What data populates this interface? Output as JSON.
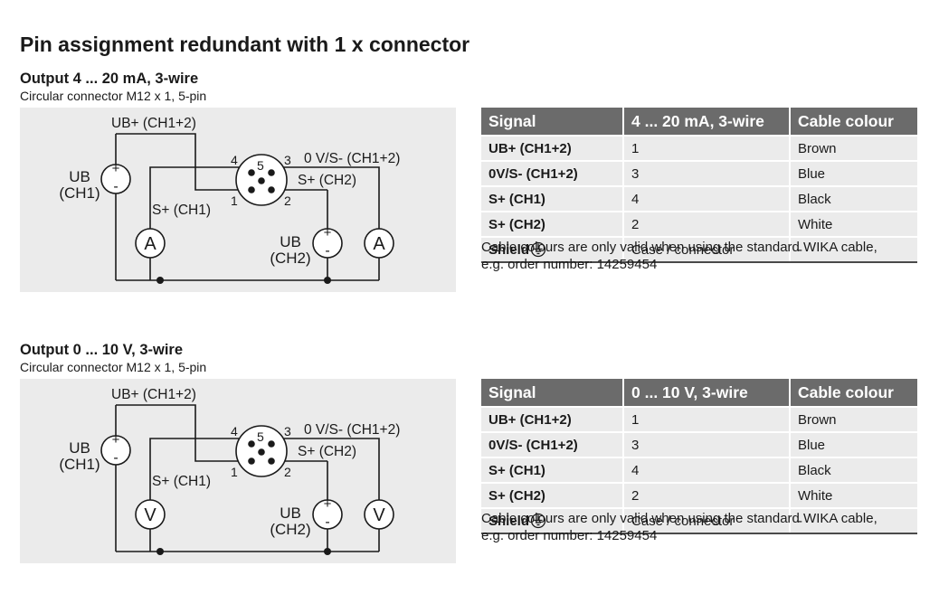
{
  "page_title": "Pin assignment redundant with 1 x connector",
  "sections": [
    {
      "title": "Output 4 ... 20 mA, 3-wire",
      "subtitle": "Circular connector M12 x 1, 5-pin",
      "diagram": {
        "ub_top": "UB+ (CH1+2)",
        "ov_label": "0 V/S- (CH1+2)",
        "s_ch2": "S+ (CH2)",
        "s_ch1": "S+ (CH1)",
        "ub_ch1_a": "UB",
        "ub_ch1_b": "(CH1)",
        "ub_ch2_a": "UB",
        "ub_ch2_b": "(CH2)",
        "meter": "A",
        "pin_1": "1",
        "pin_2": "2",
        "pin_3": "3",
        "pin_4": "4",
        "pin_5": "5",
        "plus": "+",
        "minus": "-"
      },
      "table": {
        "headers": [
          "Signal",
          "4 ... 20 mA, 3-wire",
          "Cable colour"
        ],
        "rows": [
          [
            "UB+ (CH1+2)",
            "1",
            "Brown"
          ],
          [
            "0V/S- (CH1+2)",
            "3",
            "Blue"
          ],
          [
            "S+ (CH1)",
            "4",
            "Black"
          ],
          [
            "S+ (CH2)",
            "2",
            "White"
          ],
          [
            "Shield",
            "Case / connector",
            "-"
          ]
        ]
      },
      "note_line1": "Cable colours are only valid when using the standard WIKA cable,",
      "note_line2": "e.g. order number: 14259454"
    },
    {
      "title": "Output 0 ... 10 V, 3-wire",
      "subtitle": "Circular connector M12 x 1, 5-pin",
      "diagram": {
        "ub_top": "UB+ (CH1+2)",
        "ov_label": "0 V/S- (CH1+2)",
        "s_ch2": "S+ (CH2)",
        "s_ch1": "S+ (CH1)",
        "ub_ch1_a": "UB",
        "ub_ch1_b": "(CH1)",
        "ub_ch2_a": "UB",
        "ub_ch2_b": "(CH2)",
        "meter": "V",
        "pin_1": "1",
        "pin_2": "2",
        "pin_3": "3",
        "pin_4": "4",
        "pin_5": "5",
        "plus": "+",
        "minus": "-"
      },
      "table": {
        "headers": [
          "Signal",
          "0 ... 10 V, 3-wire",
          "Cable colour"
        ],
        "rows": [
          [
            "UB+ (CH1+2)",
            "1",
            "Brown"
          ],
          [
            "0V/S- (CH1+2)",
            "3",
            "Blue"
          ],
          [
            "S+ (CH1)",
            "4",
            "Black"
          ],
          [
            "S+ (CH2)",
            "2",
            "White"
          ],
          [
            "Shield",
            "Case / connector",
            "-"
          ]
        ]
      },
      "note_line1": "Cable colours are only valid when using the standard WIKA cable,",
      "note_line2": "e.g. order number: 14259454"
    }
  ]
}
